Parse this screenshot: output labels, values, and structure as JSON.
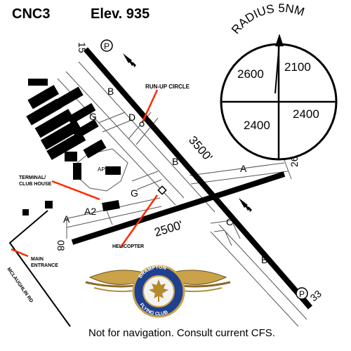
{
  "header": {
    "id": "CNC3",
    "elevation": "Elev. 935"
  },
  "sector": {
    "radius_label": "RADIUS 5NM",
    "quadrants": [
      "2600",
      "2100",
      "2400",
      "2400"
    ]
  },
  "runways": {
    "r15_33": {
      "end_a": "15",
      "end_b": "33",
      "length": "3500'"
    },
    "r08_26": {
      "end_a": "08",
      "end_b": "26",
      "length": "2500'"
    }
  },
  "taxiways": [
    "A",
    "A",
    "A2",
    "B",
    "B",
    "B",
    "C",
    "D",
    "G",
    "G"
  ],
  "parking_symbol": "P",
  "labels": {
    "runup": "RUN-UP CIRCLE",
    "apron": "APRON",
    "terminal_1": "TERMINAL/",
    "terminal_2": "CLUB HOUSE",
    "helicopter": "HELICOPTER",
    "main_1": "MAIN",
    "main_2": "ENTRANCE",
    "road": "MCLAUGHLIN RD"
  },
  "logo": {
    "top_text": "BRAMPTON",
    "bottom_text": "FLYING CLUB"
  },
  "footer": "Not for navigation. Consult current CFS.",
  "colors": {
    "runway": "#000000",
    "pavement_outline": "#555555",
    "pointer": "#ff2a00",
    "wing_gold": "#c9a24a",
    "badge_blue": "#1f3f8f"
  }
}
